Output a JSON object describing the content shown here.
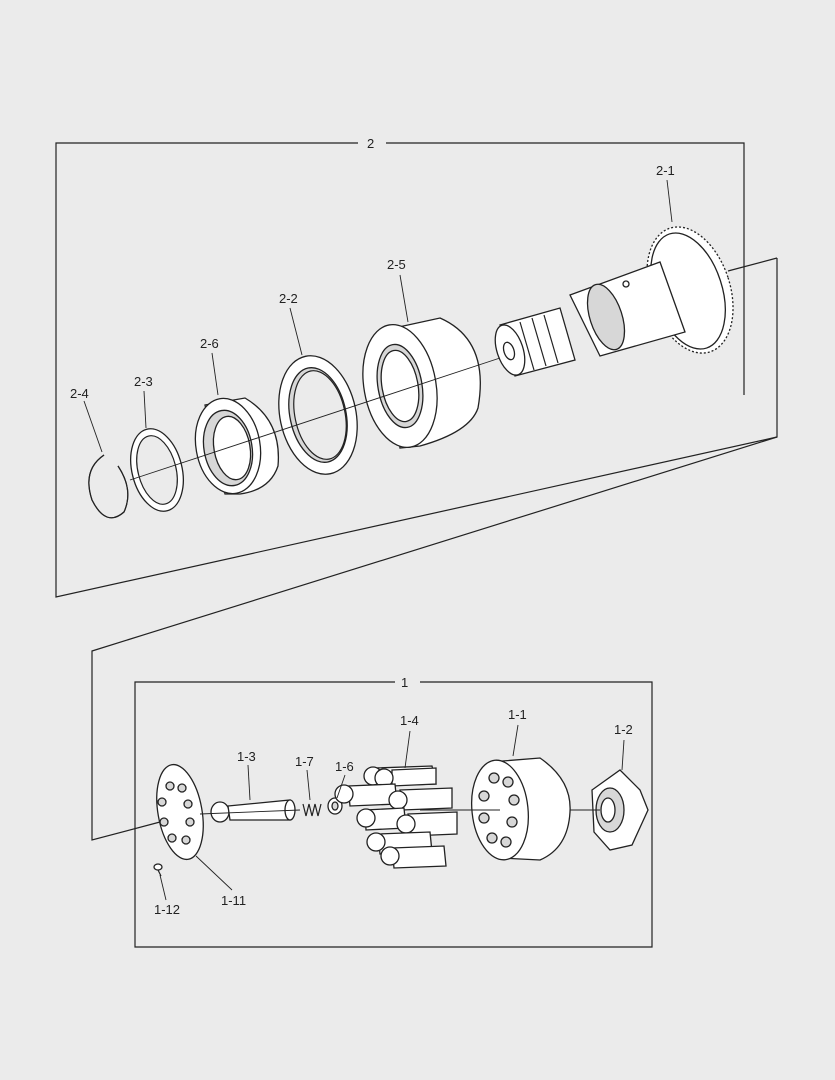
{
  "assemblies": {
    "assembly_2": "2",
    "assembly_1": "1"
  },
  "labels": {
    "p2_1": "2-1",
    "p2_2": "2-2",
    "p2_3": "2-3",
    "p2_4": "2-4",
    "p2_5": "2-5",
    "p2_6": "2-6",
    "p1_1": "1-1",
    "p1_2": "1-2",
    "p1_3": "1-3",
    "p1_4": "1-4",
    "p1_6": "1-6",
    "p1_7": "1-7",
    "p1_11": "1-11",
    "p1_12": "1-12"
  }
}
